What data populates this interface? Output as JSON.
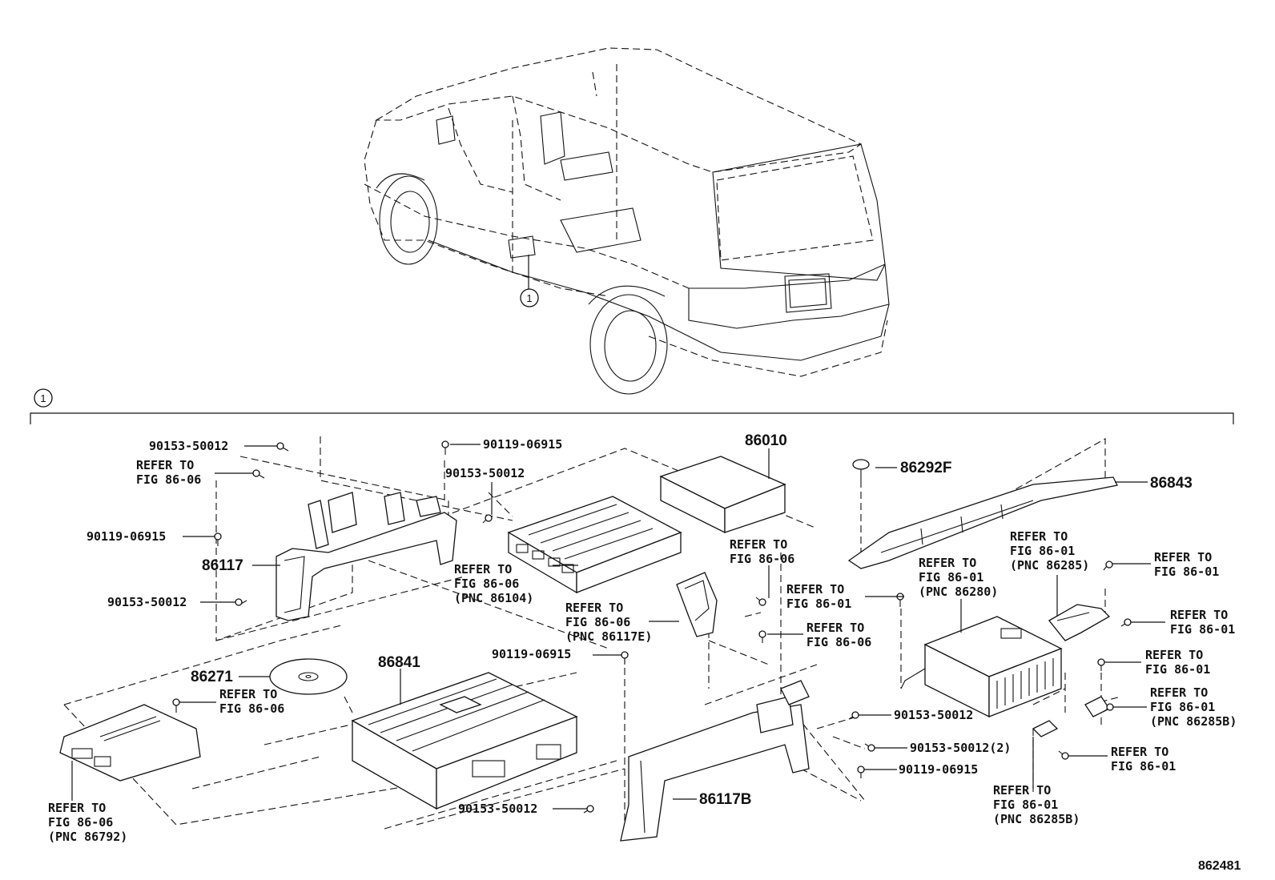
{
  "callout": "1",
  "parts": {
    "p90153_50012_a": "90153-50012",
    "refer_fig8606_a_l1": "REFER TO",
    "refer_fig8606_a_l2": "FIG 86-06",
    "p90119_06915_a": "90119-06915",
    "p86117": "86117",
    "p90153_50012_b": "90153-50012",
    "p90119_06915_b": "90119-06915",
    "p90153_50012_c": "90153-50012",
    "p86010": "86010",
    "refer_pnc86104_l1": "REFER TO",
    "refer_pnc86104_l2": "FIG 86-06",
    "refer_pnc86104_l3": "(PNC 86104)",
    "refer_fig8606_b_l1": "REFER TO",
    "refer_fig8606_b_l2": "FIG 86-06",
    "refer_pnc86117e_l1": "REFER TO",
    "refer_pnc86117e_l2": "FIG 86-06",
    "refer_pnc86117e_l3": "(PNC 86117E)",
    "refer_fig8606_c_l1": "REFER TO",
    "refer_fig8606_c_l2": "FIG 86-06",
    "p86292f": "86292F",
    "p86843": "86843",
    "refer_pnc86285_l1": "REFER TO",
    "refer_pnc86285_l2": "FIG 86-01",
    "refer_pnc86285_l3": "(PNC 86285)",
    "refer_pnc86280_l1": "REFER TO",
    "refer_pnc86280_l2": "FIG 86-01",
    "refer_pnc86280_l3": "(PNC 86280)",
    "refer_fig8601_a_l1": "REFER TO",
    "refer_fig8601_a_l2": "FIG 86-01",
    "refer_fig8601_b_l1": "REFER TO",
    "refer_fig8601_b_l2": "FIG 86-01",
    "refer_fig8601_c_l1": "REFER TO",
    "refer_fig8601_c_l2": "FIG 86-01",
    "refer_fig8601_d_l1": "REFER TO",
    "refer_fig8601_d_l2": "FIG 86-01",
    "refer_pnc86285b_a_l1": "REFER TO",
    "refer_pnc86285b_a_l2": "FIG 86-01",
    "refer_pnc86285b_a_l3": "(PNC 86285B)",
    "refer_fig8601_e_l1": "REFER TO",
    "refer_fig8601_e_l2": "FIG 86-01",
    "refer_pnc86285b_b_l1": "REFER TO",
    "refer_pnc86285b_b_l2": "FIG 86-01",
    "refer_pnc86285b_b_l3": "(PNC 86285B)",
    "p86271": "86271",
    "refer_fig8606_d_l1": "REFER TO",
    "refer_fig8606_d_l2": "FIG 86-06",
    "p86841": "86841",
    "p90119_06915_c": "90119-06915",
    "p90153_50012_d": "90153-50012",
    "p90153_50012_e": "90153-50012(2)",
    "p90119_06915_d": "90119-06915",
    "p86117b": "86117B",
    "p90153_50012_f": "90153-50012",
    "refer_pnc86792_l1": "REFER TO",
    "refer_pnc86792_l2": "FIG 86-06",
    "refer_pnc86792_l3": "(PNC 86792)"
  },
  "figure_number": "862481"
}
